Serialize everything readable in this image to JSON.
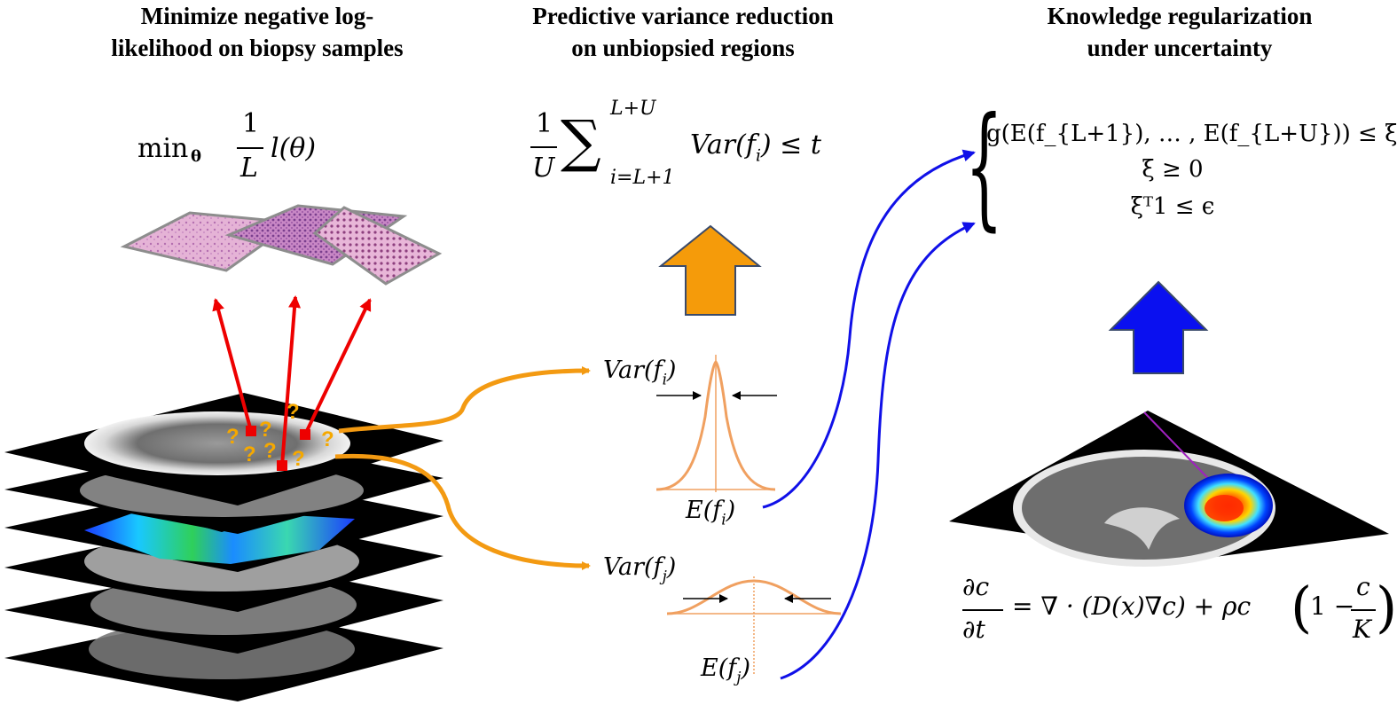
{
  "headings": {
    "left": [
      "Minimize negative log-",
      "likelihood on biopsy samples"
    ],
    "middle": [
      "Predictive variance reduction",
      "on unbiopsied regions"
    ],
    "right": [
      "Knowledge regularization",
      "under uncertainty"
    ]
  },
  "equations": {
    "objective": {
      "op": "min",
      "op_sub": "θ",
      "num": "1",
      "den": "L",
      "term": "l(θ)"
    },
    "variance": {
      "num": "1",
      "den": "U",
      "sum_top": "L+U",
      "sum_bottom": "i=L+1",
      "body": "Var(f",
      "body_sub": "i",
      "rhs": ") ≤ t"
    },
    "constraints": [
      "g(E(f_{L+1}), … , E(f_{L+U})) ≤ ξ",
      "ξ ≥ 0",
      "ξᵀ1 ≤ ϵ"
    ],
    "pde": {
      "lhs_num": "∂c",
      "lhs_den": "∂t",
      "middle": "= ∇ · (D(x)∇c) +  ρc",
      "frac_num": "c",
      "frac_den": "K",
      "one_minus": "1 −"
    }
  },
  "labels": {
    "var_i": {
      "base": "Var(f",
      "sub": "i",
      "close": ")"
    },
    "var_j": {
      "base": "Var(f",
      "sub": "j",
      "close": ")"
    },
    "e_i": {
      "base": "E(f",
      "sub": "i",
      "close": ")"
    },
    "e_j": {
      "base": "E(f",
      "sub": "j",
      "close": ")"
    }
  },
  "question_mark": "?",
  "colors": {
    "orange_arrow": "#f39a12",
    "blue_arrow": "#1010e8",
    "red_arrow": "#ee0000",
    "gaussian": "#f0a060",
    "question": "#f5a800",
    "arrow_outline": "#3a4a6a"
  },
  "icons": {
    "biopsy_tiles": "histology-slide-icons",
    "mri_stack": "mri-slice-stack",
    "tumor_map": "brain-tumor-heatmap"
  }
}
